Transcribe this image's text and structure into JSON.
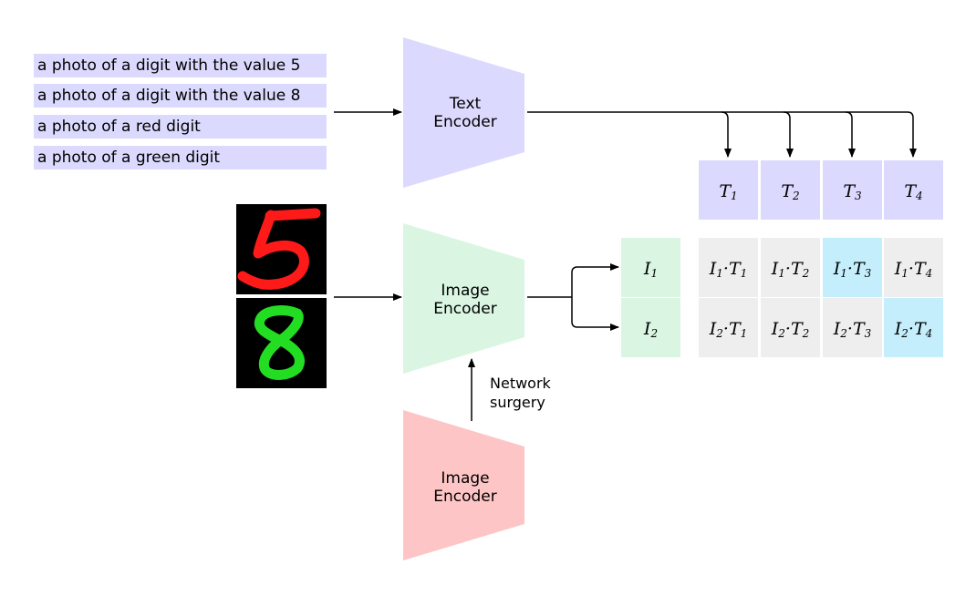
{
  "prompts": [
    "a photo of a digit with the value 5",
    "a photo of a digit with the value 8",
    "a photo of a red digit",
    "a photo of a green digit"
  ],
  "encoders": {
    "text": [
      "Text",
      "Encoder"
    ],
    "image": [
      "Image",
      "Encoder"
    ],
    "image_surgery": [
      "Image",
      "Encoder"
    ]
  },
  "surgery_label": [
    "Network",
    "surgery"
  ],
  "digits": [
    {
      "value": "5",
      "color": "#ff1a1a"
    },
    {
      "value": "8",
      "color": "#22dd22"
    }
  ],
  "text_embeddings": [
    {
      "base": "T",
      "sub": "1"
    },
    {
      "base": "T",
      "sub": "2"
    },
    {
      "base": "T",
      "sub": "3"
    },
    {
      "base": "T",
      "sub": "4"
    }
  ],
  "image_embeddings": [
    {
      "base": "I",
      "sub": "1"
    },
    {
      "base": "I",
      "sub": "2"
    }
  ],
  "highlighted_cells": [
    [
      0,
      2
    ],
    [
      1,
      3
    ]
  ],
  "colors": {
    "text_encoder": "#dbd9fd",
    "image_encoder": "#daf5e2",
    "surgery_encoder": "#fec5c6",
    "text_cell": "#dbd9fd",
    "image_cell": "#daf5e2",
    "matrix_cell": "#eeeeee",
    "matrix_highlight": "#c5eefd"
  }
}
